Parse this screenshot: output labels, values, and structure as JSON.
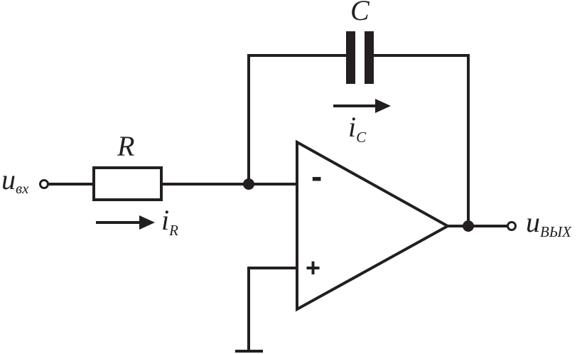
{
  "labels": {
    "capacitor": "C",
    "resistor": "R",
    "input_symbol": "u",
    "input_subscript": "вх",
    "output_symbol": "u",
    "output_subscript": "ВЫХ",
    "cap_current_symbol": "i",
    "cap_current_subscript": "C",
    "res_current_symbol": "i",
    "res_current_subscript": "R",
    "inverting_sign": "-",
    "noninverting_sign": "+"
  },
  "colors": {
    "ink": "#231f20",
    "background": "#ffffff"
  }
}
